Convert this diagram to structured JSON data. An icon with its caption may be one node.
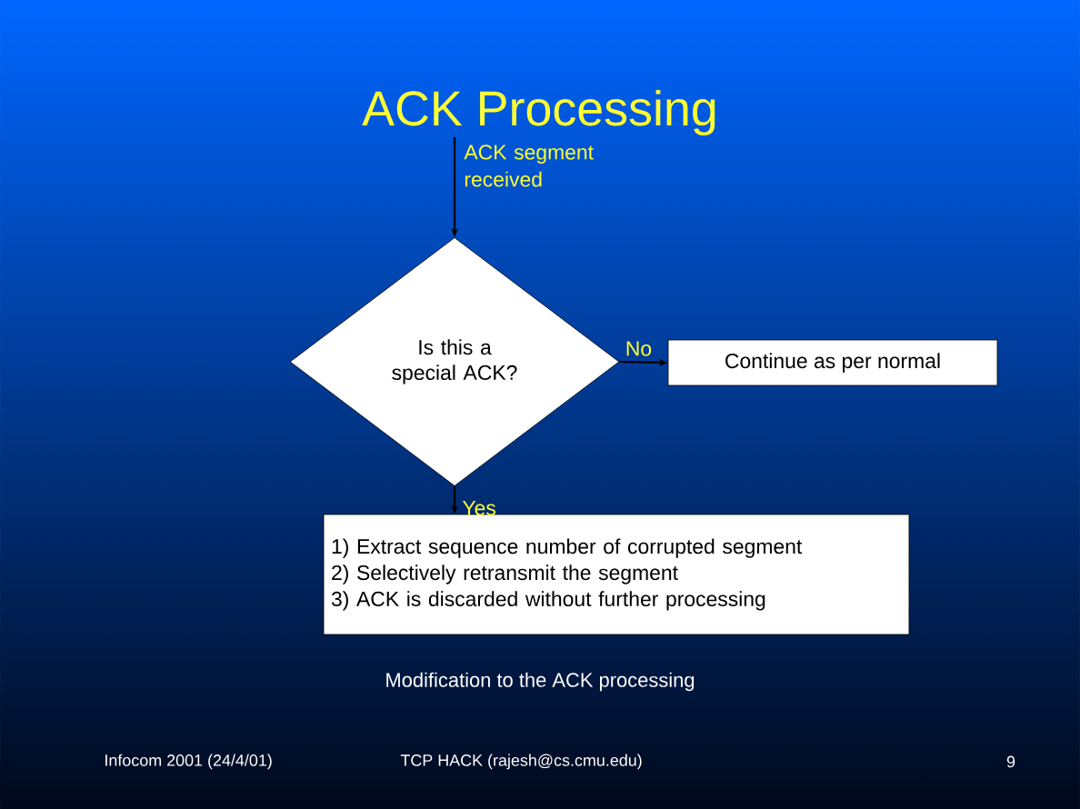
{
  "diagram": {
    "title": "ACK Processing",
    "caption": "Modification to the ACK processing",
    "nodes": [
      {
        "text": [
          "Is this a special ACK?"
        ]
      },
      {
        "text": [
          "Continue as per normal"
        ]
      },
      {
        "text": [
          "1) Extract sequence number of corrupted segment",
          "2) Selectively retransmit the segment",
          "3) ACK is discarded without further processing"
        ]
      }
    ],
    "edges": [
      {
        "from": null,
        "to": 0,
        "arrow": "to",
        "label": "ACK segment received"
      },
      {
        "from": 0,
        "to": 1,
        "arrow": "to",
        "label": "No"
      },
      {
        "from": 0,
        "to": 2,
        "arrow": "to",
        "label": "Yes"
      }
    ],
    "labels": [
      "Infocom 2001 (24/4/01)",
      "TCP HACK (rajesh@cs.cmu.edu)",
      "9"
    ]
  }
}
